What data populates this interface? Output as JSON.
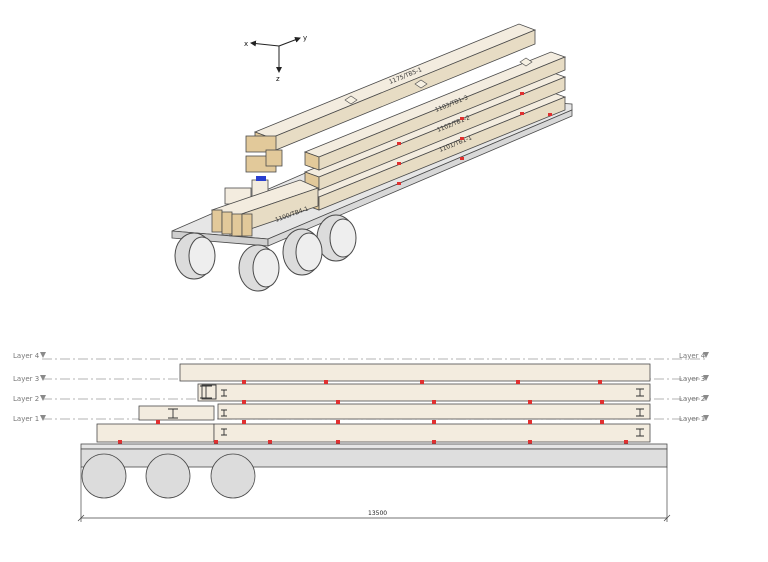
{
  "axes": {
    "x": "x",
    "y": "y",
    "z": "z"
  },
  "iso_labels": [
    "1175/TB5-1",
    "1103/TB1-3",
    "1102/TB1-2",
    "1101/TB1-1",
    "1100/TB4-1"
  ],
  "layers": [
    "Layer 4",
    "Layer 3",
    "Layer 2",
    "Layer 1"
  ],
  "dimension": "13500",
  "colors": {
    "beam_fill": "#f3ecdf",
    "beam_side": "#e7dcc4",
    "wood_end": "#e2c99a",
    "outline": "#4a4a4a",
    "trailer": "#dcdcdc",
    "marker": "#e03030",
    "axis_arrow": "#2a3fd0"
  }
}
